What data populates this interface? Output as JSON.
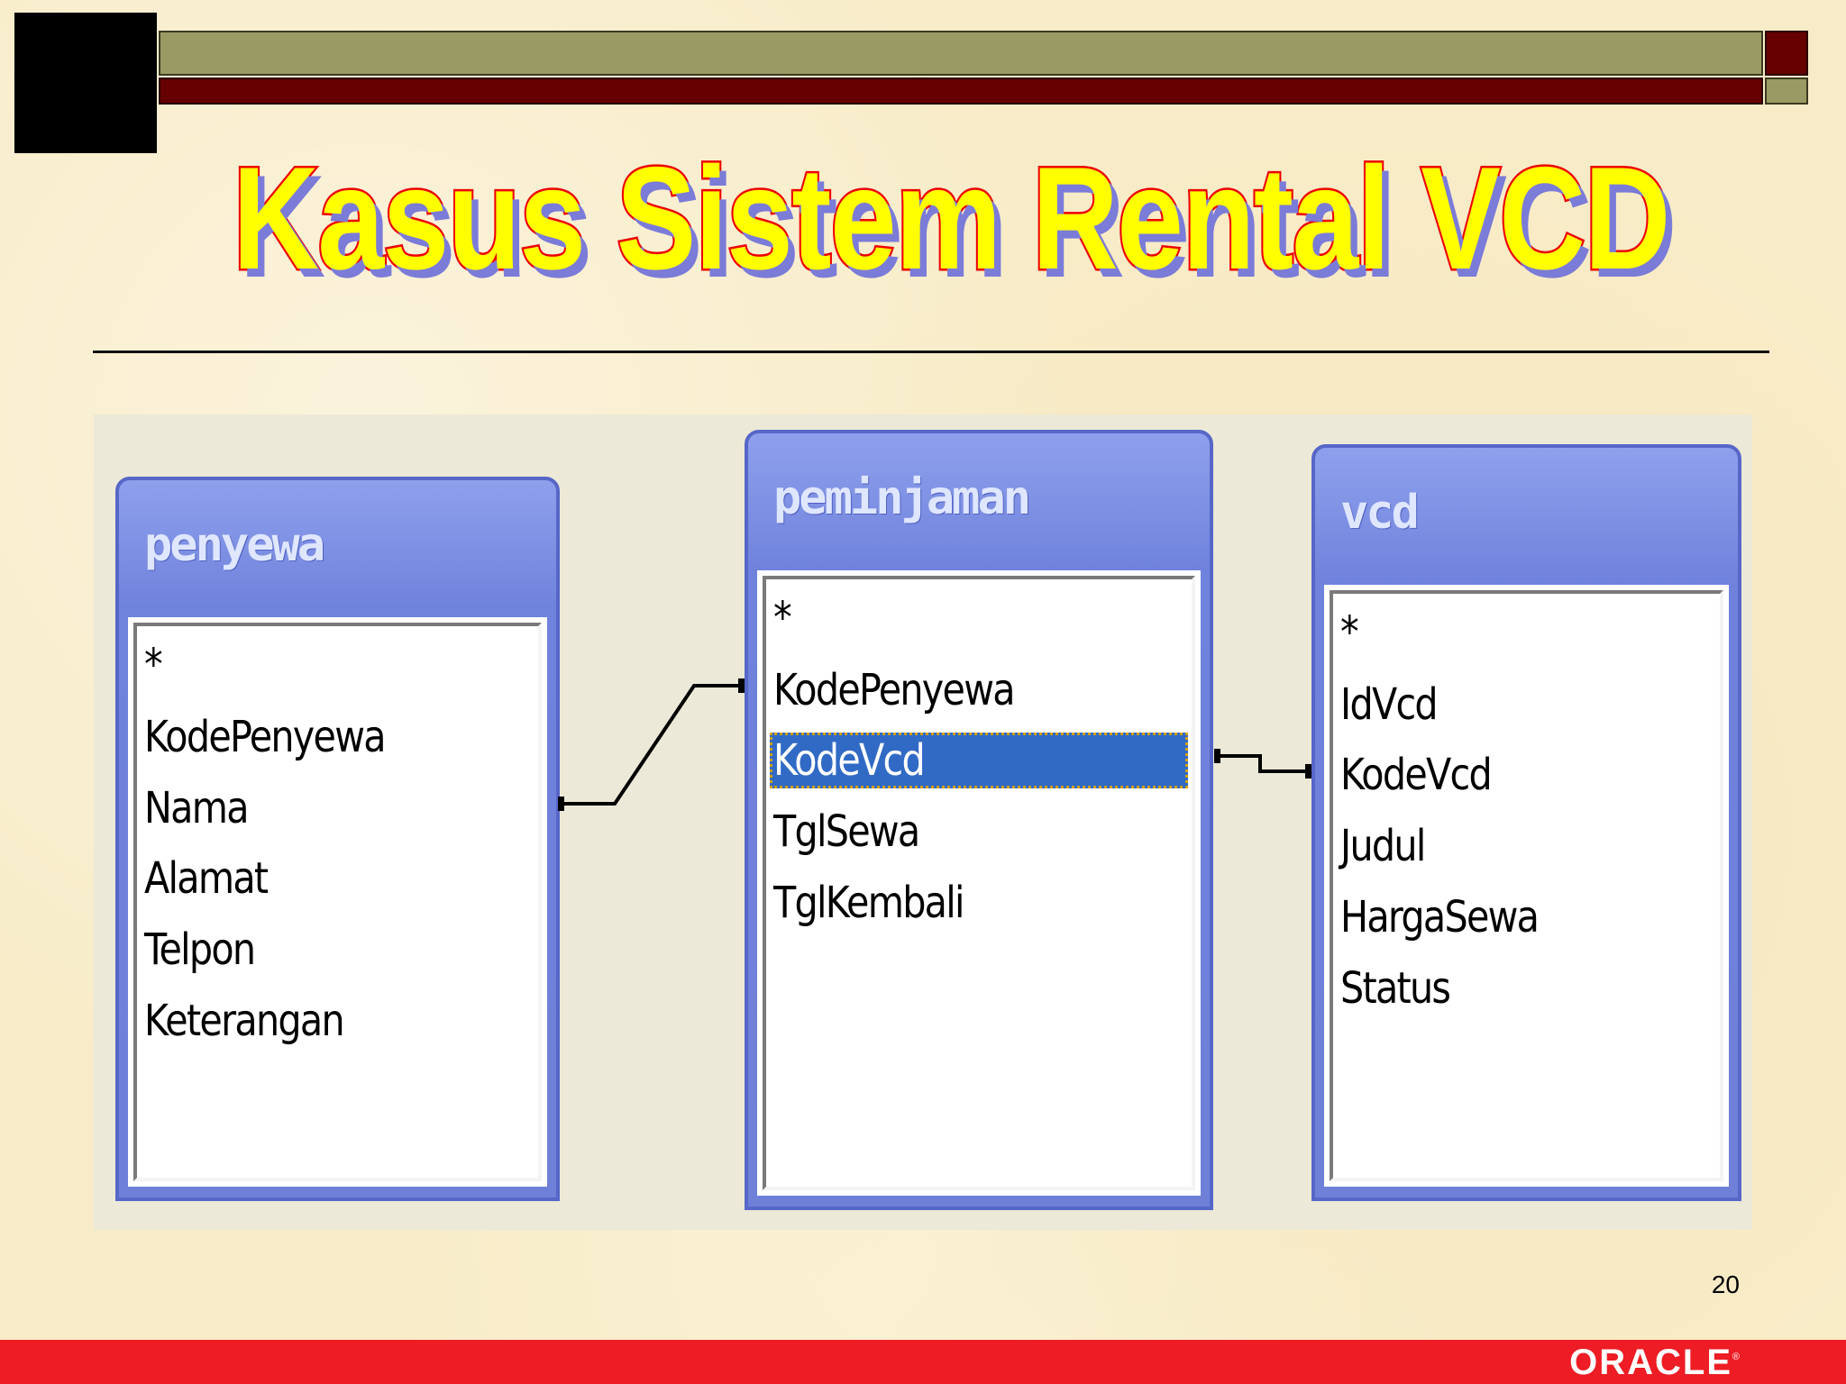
{
  "slide": {
    "title": "Kasus Sistem Rental VCD",
    "page_number": "20",
    "footer_logo": "ORACLE",
    "footer_logo_mark": "®"
  },
  "tables": {
    "penyewa": {
      "name": "penyewa",
      "fields": [
        "*",
        "KodePenyewa",
        "Nama",
        "Alamat",
        "Telpon",
        "Keterangan"
      ]
    },
    "peminjaman": {
      "name": "peminjaman",
      "fields": [
        "*",
        "KodePenyewa",
        "KodeVcd",
        "TglSewa",
        "TglKembali"
      ],
      "selected_field": "KodeVcd"
    },
    "vcd": {
      "name": "vcd",
      "fields": [
        "*",
        "IdVcd",
        "KodeVcd",
        "Judul",
        "HargaSewa",
        "Status"
      ]
    }
  },
  "colors": {
    "title_fill": "#ffff00",
    "title_outline": "#ee0000",
    "title_shadow": "#7b7bd8",
    "table_header": "#6f82dc",
    "selection": "#316ac5",
    "footer": "#ee1c24"
  }
}
